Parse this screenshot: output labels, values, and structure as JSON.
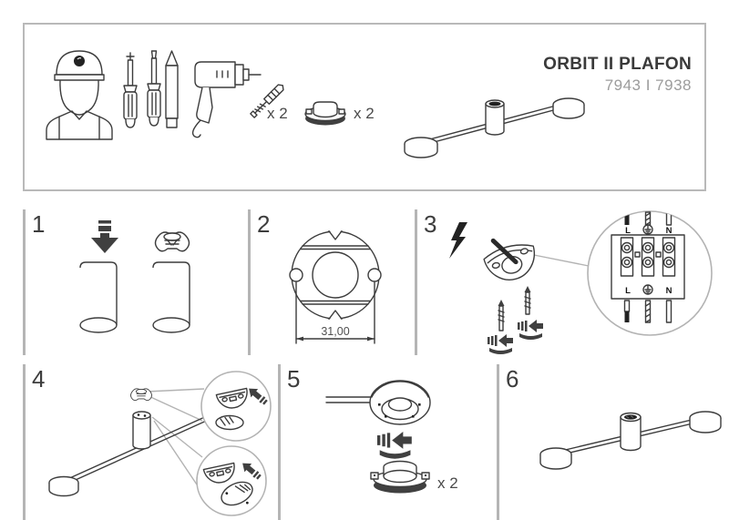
{
  "header": {
    "title": "ORBIT II PLAFON",
    "model": "7943 I 7938",
    "wall_plug_qty": "x 2",
    "bracket_qty": "x 2"
  },
  "steps": [
    {
      "number": "1"
    },
    {
      "number": "2",
      "dimension_label": "31,00"
    },
    {
      "number": "3",
      "terminal": {
        "top_left": "L",
        "top_right": "N",
        "bottom_left": "L",
        "bottom_right": "N"
      }
    },
    {
      "number": "4"
    },
    {
      "number": "5",
      "qty": "x 2"
    },
    {
      "number": "6"
    }
  ],
  "icons": {
    "installer-icon": "worker with hard hat",
    "phillips-screwdriver-icon": "phillips screwdriver",
    "flat-screwdriver-icon": "flat screwdriver",
    "pencil-icon": "pencil",
    "drill-icon": "electric drill",
    "wall-plug-screw-icon": "screw with wall anchor",
    "mounting-bracket-icon": "round mounting adapter",
    "insert-arrow-icon": "press-down arrow",
    "lightning-icon": "mains electricity bolt",
    "rotate-arrow-icon": "screw-in rotation arrow",
    "earth-icon": "protective earth symbol",
    "zoom-detail-circle": "magnified detail view"
  },
  "colors": {
    "background": "#ffffff",
    "line": "#3c3c3c",
    "frame_border": "#b9b9b9",
    "step_divider": "#b5b5b5",
    "title_text": "#3a3a3a",
    "model_text": "#9c9c9c",
    "dark_fill": "#404040"
  }
}
